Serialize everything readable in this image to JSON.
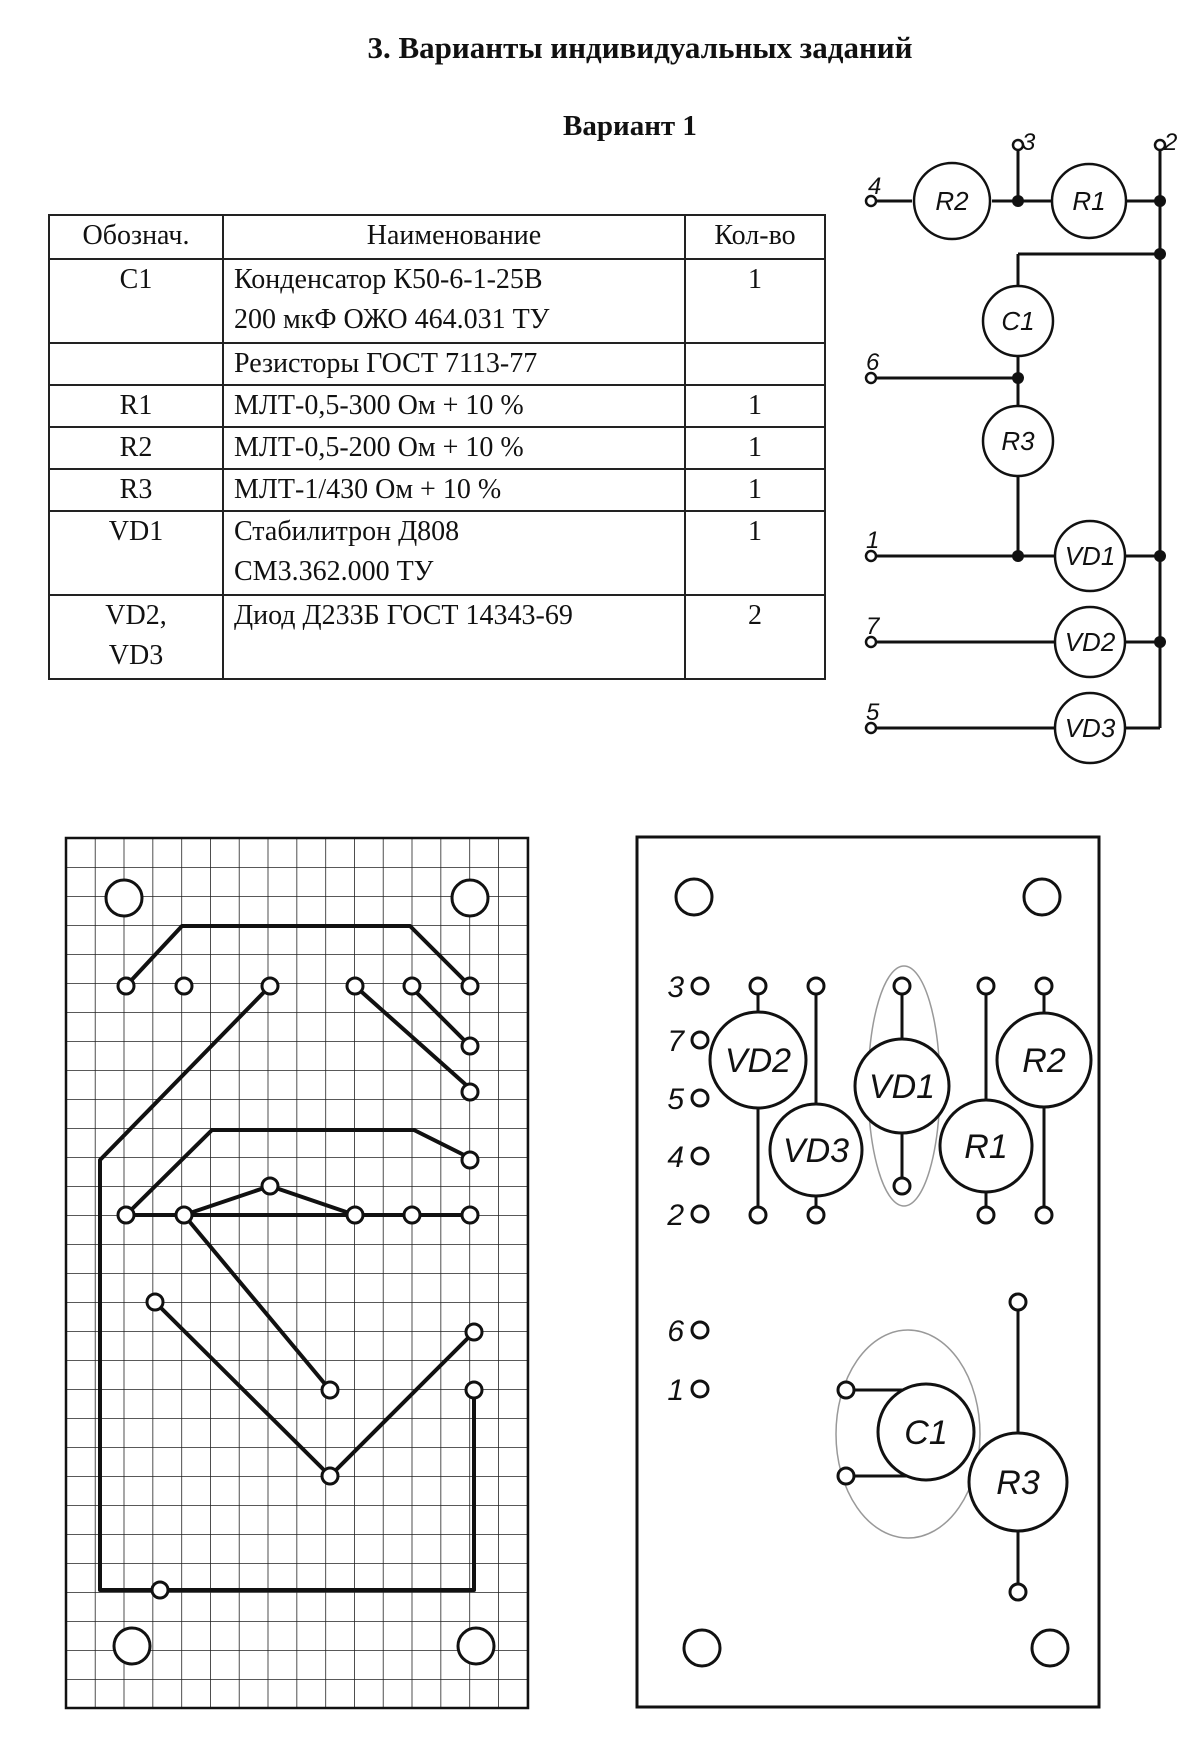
{
  "section_title": "3. Варианты индивидуальных заданий",
  "variant_title": "Вариант 1",
  "table": {
    "headers": [
      "Обознач.",
      "Наименование",
      "Кол-во"
    ],
    "rows": [
      {
        "designation": [
          "C1"
        ],
        "name": [
          "Конденсатор К50-6-1-25В",
          "200 мкФ ОЖО 464.031 ТУ"
        ],
        "qty": "1"
      },
      {
        "designation": [
          ""
        ],
        "name": [
          "Резисторы ГОСТ 7113-77"
        ],
        "qty": ""
      },
      {
        "designation": [
          "R1"
        ],
        "name": [
          "МЛТ-0,5-300 Ом + 10 %"
        ],
        "qty": "1"
      },
      {
        "designation": [
          "R2"
        ],
        "name": [
          "МЛТ-0,5-200 Ом + 10 %"
        ],
        "qty": "1"
      },
      {
        "designation": [
          "R3"
        ],
        "name": [
          "МЛТ-1/430 Ом + 10 %"
        ],
        "qty": "1"
      },
      {
        "designation": [
          "VD1"
        ],
        "name": [
          "Стабилитрон Д808",
          "СМ3.362.000 ТУ"
        ],
        "qty": "1"
      },
      {
        "designation": [
          "VD2,",
          "VD3"
        ],
        "name": [
          "Диод Д233Б ГОСТ 14343-69"
        ],
        "qty": "2"
      }
    ]
  },
  "schematic": {
    "terminals": [
      "1",
      "2",
      "3",
      "4",
      "5",
      "6",
      "7"
    ],
    "components": [
      "R1",
      "R2",
      "R3",
      "C1",
      "VD1",
      "VD2",
      "VD3"
    ]
  },
  "assembly": {
    "pin_labels": [
      "3",
      "7",
      "5",
      "4",
      "2",
      "6",
      "1"
    ],
    "components": [
      "VD2",
      "VD3",
      "VD1",
      "R1",
      "R2",
      "C1",
      "R3"
    ]
  }
}
